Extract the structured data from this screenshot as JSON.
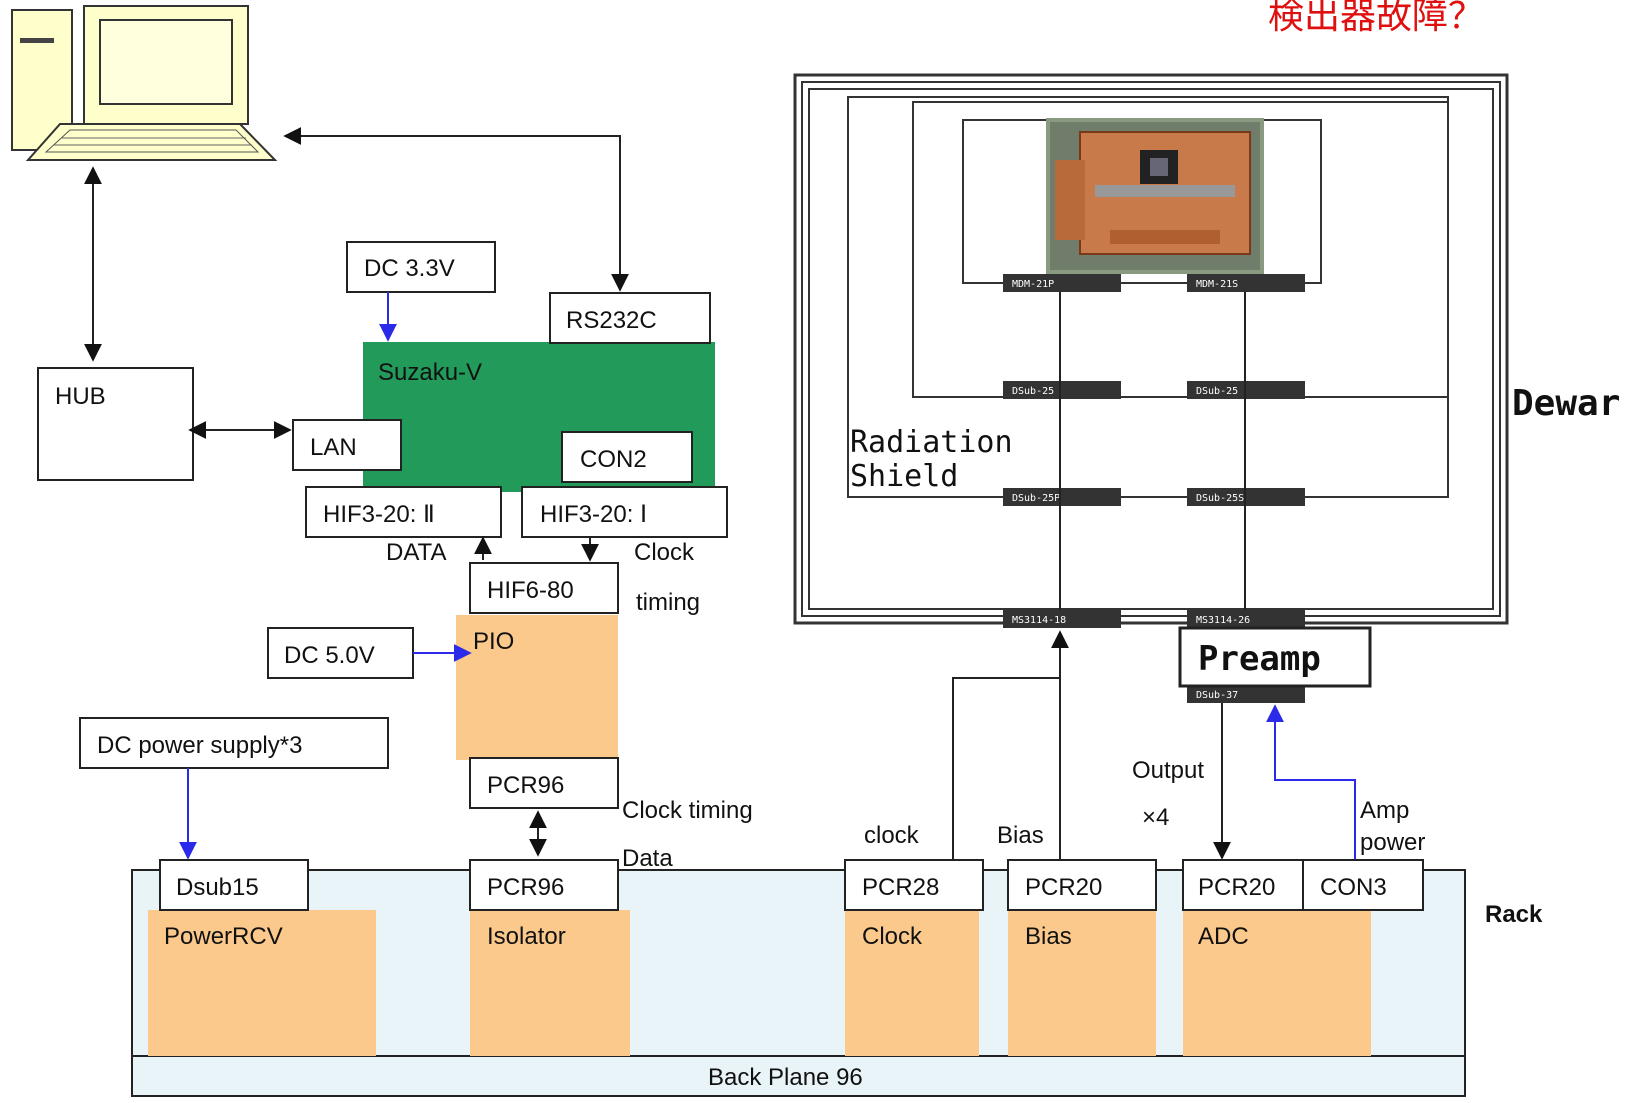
{
  "title_jp": "検出器故障？",
  "colors": {
    "accent_red": "#e01010",
    "board_green": "#229a5a",
    "module_orange": "#fbc98c",
    "rack_fill": "#e8f4f8",
    "power_line_blue": "#2a2ae8"
  },
  "computer": {
    "icon": "computer-icon"
  },
  "host_side": {
    "hub": "HUB",
    "lan": "LAN",
    "dc33": "DC 3.3V",
    "rs232c": "RS232C",
    "suzaku": "Suzaku-V",
    "con2": "CON2",
    "hif3_ii": "HIF3-20: Ⅱ",
    "hif3_i": "HIF3-20: Ⅰ",
    "data_label": "DATA",
    "clock_label": "Clock",
    "timing_label": "timing",
    "hif6": "HIF6-80",
    "pio": "PIO",
    "dc50": "DC 5.0V",
    "dc_power": "DC power supply*3",
    "pcr96_top": "PCR96",
    "clock_timing": "Clock timing",
    "data2": "Data"
  },
  "dewar": {
    "label": "Dewar",
    "radiation_shield": "Radiation\nShield",
    "detector_icon": "detector-photo-icon",
    "connectors": {
      "mdm21p": "MDM-21P",
      "mdm21s": "MDM-21S",
      "dsub25_a": "DSub-25",
      "dsub25_b": "DSub-25",
      "dsub25p": "DSub-25P",
      "dsub25s": "DSub-25S",
      "ms18": "MS3114-18",
      "ms26": "MS3114-26",
      "dsub37": "DSub-37"
    },
    "preamp": "Preamp"
  },
  "signals": {
    "output": "Output",
    "x4": "×4",
    "amp": "Amp",
    "power": "power",
    "clock": "clock",
    "bias": "Bias"
  },
  "rack": {
    "label": "Rack",
    "back_plane": "Back Plane 96",
    "modules": [
      {
        "connector": "Dsub15",
        "name": "PowerRCV"
      },
      {
        "connector": "PCR96",
        "name": "Isolator"
      },
      {
        "connector": "PCR28",
        "name": "Clock"
      },
      {
        "connector": "PCR20",
        "name": "Bias"
      },
      {
        "connector": "PCR20",
        "name": "ADC"
      },
      {
        "connector": "CON3",
        "name": ""
      }
    ]
  }
}
